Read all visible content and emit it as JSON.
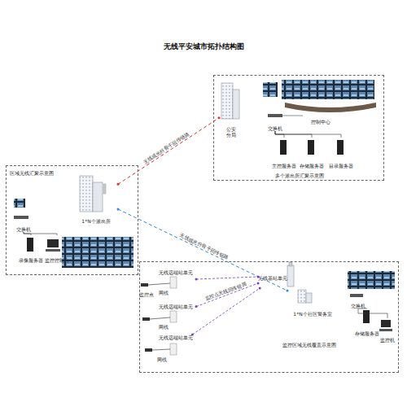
{
  "diagram": {
    "title": "无线平安城市拓扑结构图",
    "nodes": [
      {
        "text": [
          "多个派出所汇聚示意图"
        ]
      },
      {
        "text": [
          "公安分局"
        ],
        "in": 0
      },
      {
        "text": [
          "控制中心"
        ],
        "in": 0
      },
      {
        "text": [
          "交换机"
        ],
        "in": 0
      },
      {
        "text": [
          "主控服务器"
        ],
        "in": 0
      },
      {
        "text": [
          "存储服务器"
        ],
        "in": 0
      },
      {
        "text": [
          "目录服务器"
        ],
        "in": 0
      },
      {
        "text": [
          "区域无线汇聚示意图"
        ]
      },
      {
        "text": [
          "1*N个派出所"
        ],
        "in": 7
      },
      {
        "text": [
          "交换机"
        ],
        "in": 7
      },
      {
        "text": [
          "录像服务器"
        ],
        "in": 7
      },
      {
        "text": [
          "监控控制台"
        ],
        "in": 7
      },
      {
        "text": [
          "监控区域无线覆盖示意图"
        ]
      },
      {
        "text": [
          "1*N个社区警务室"
        ],
        "in": 12
      },
      {
        "text": [
          "无线基站单元"
        ],
        "in": 12
      },
      {
        "text": [
          "交换机"
        ],
        "in": 12
      },
      {
        "text": [
          "存储服务器"
        ],
        "in": 12
      },
      {
        "text": [
          "监控机"
        ],
        "in": 12
      },
      {
        "text": [
          "无线远端站单元"
        ],
        "in": 12
      },
      {
        "text": [
          "无线远端站单元"
        ],
        "in": 12
      },
      {
        "text": [
          "无线远端站单元"
        ],
        "in": 12
      }
    ],
    "edges": [
      {
        "from": 8,
        "to": 1,
        "label": "无线或光纤骨干回传链路",
        "arrow": "none"
      },
      {
        "from": 8,
        "to": 13,
        "label": "无线或光纤骨干回传链路",
        "arrow": "none"
      },
      {
        "from": 18,
        "to": 14,
        "arrow": "none"
      },
      {
        "from": 19,
        "to": 14,
        "label": "监控点无线回传链路",
        "arrow": "none"
      },
      {
        "from": 20,
        "to": 14,
        "arrow": "none"
      },
      {
        "from": 3,
        "to": 4,
        "arrow": "none"
      },
      {
        "from": 3,
        "to": 5,
        "arrow": "none"
      },
      {
        "from": 3,
        "to": 6,
        "arrow": "none"
      },
      {
        "from": 9,
        "to": 10,
        "arrow": "none"
      },
      {
        "from": 9,
        "to": 11,
        "arrow": "none"
      },
      {
        "from": 15,
        "to": 16,
        "arrow": "none"
      },
      {
        "from": 15,
        "to": 17,
        "arrow": "none"
      }
    ],
    "labels": [
      "监控点",
      "网线",
      "网线",
      "网线"
    ]
  }
}
